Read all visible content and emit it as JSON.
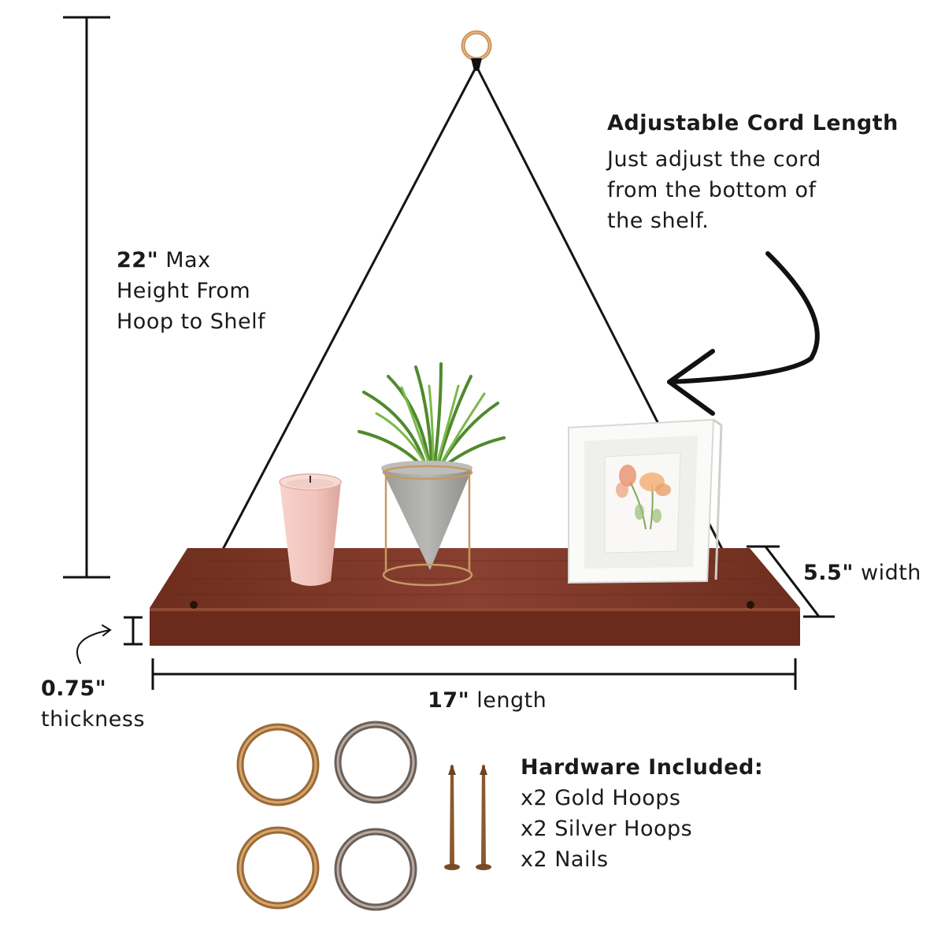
{
  "colors": {
    "ink": "#111111",
    "wood": "#7a3524",
    "wood_edge": "#5c2417",
    "gold": "#b8834a",
    "silver": "#7d6f66",
    "candle": "#f3c9c2",
    "concrete": "#a6a6a4",
    "plant": "#5f9a3a",
    "frame": "#f6f6f4"
  },
  "callouts": {
    "height": {
      "value": "22\"",
      "line1_rest": " Max",
      "line2": "Height From",
      "line3": "Hoop to Shelf"
    },
    "cord": {
      "title": "Adjustable Cord Length",
      "lines": [
        "Just adjust the cord",
        "from the bottom of",
        "the shelf."
      ]
    },
    "width": {
      "value": "5.5\"",
      "label": " width"
    },
    "thickness": {
      "value": "0.75\"",
      "label": "thickness"
    },
    "length": {
      "value": "17\"",
      "label": " length"
    }
  },
  "hardware": {
    "title": "Hardware Included:",
    "items": [
      "x2 Gold Hoops",
      "x2 Silver Hoops",
      "x2 Nails"
    ]
  },
  "icons": {
    "hoop": "hanging-hoop-icon",
    "cord_arrow": "curved-arrow-icon",
    "thickness_arrow": "small-curved-arrow-icon",
    "gold_hoops": "gold-hoop-icon",
    "silver_hoops": "silver-hoop-icon",
    "nails": "nail-icon"
  }
}
